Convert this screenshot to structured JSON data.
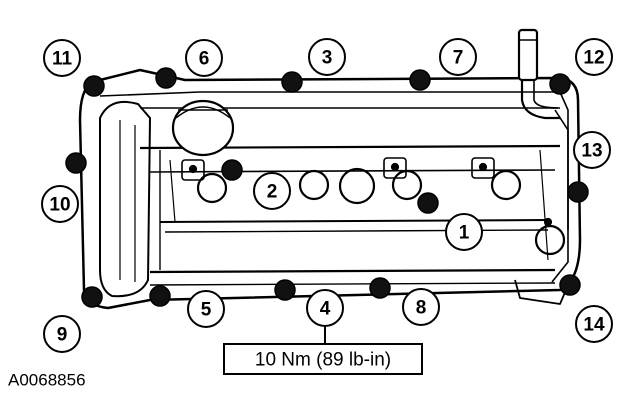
{
  "figure_id": "A0068856",
  "torque_spec": "10 Nm (89 lb-in)",
  "sequence_labels": [
    "1",
    "2",
    "3",
    "4",
    "5",
    "6",
    "7",
    "8",
    "9",
    "10",
    "11",
    "12",
    "13",
    "14"
  ],
  "colors": {
    "ink": "#000000",
    "paper": "#ffffff",
    "bolt": "#111111"
  }
}
